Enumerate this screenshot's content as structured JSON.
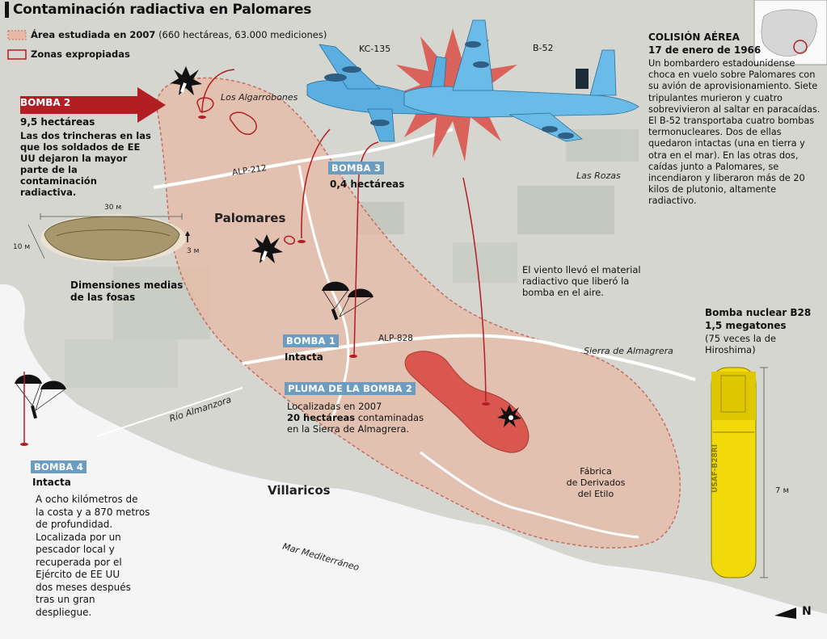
{
  "title": "Contaminación radiactiva en Palomares",
  "legend": {
    "studied_bold": "Área estudiada en 2007",
    "studied_rest": "(660 hectáreas, 63.000 mediciones)",
    "expropiated": "Zonas expropiadas"
  },
  "bomba2": {
    "tag": "BOMBA 2",
    "area": "9,5 hectáreas",
    "desc": [
      "Las dos trincheras en las",
      "que los soldados de EE",
      "UU dejaron la mayor",
      "parte de la",
      "contaminación",
      "radiactiva."
    ]
  },
  "bomba3": {
    "tag": "BOMBA 3",
    "area": "0,4 hectáreas"
  },
  "bomba1": {
    "tag": "BOMBA 1",
    "status": "Intacta"
  },
  "bomba4": {
    "tag": "BOMBA 4",
    "status": "Intacta",
    "desc": [
      "A ocho kilómetros de",
      "la costa y a 870 metros",
      "de profundidad.",
      "Localizada por un",
      "pescador local y",
      "recuperada por el",
      "Ejército de EE UU",
      "dos meses después",
      "tras un gran",
      "despliegue."
    ]
  },
  "pluma": {
    "tag": "PLUMA DE LA BOMBA 2",
    "line1": "Localizadas en 2007",
    "line2_bold": "20 hectáreas",
    "line2_rest": "contaminadas",
    "line3": "en la Sierra de Almagrera."
  },
  "fosas": {
    "label": [
      "Dimensiones medias",
      "de las fosas"
    ],
    "width": "30 м",
    "depth": "10 м",
    "height": "3 м"
  },
  "places": {
    "algarrobones": "Los Algarrobones",
    "palomares": "Palomares",
    "alp212": "ALP-212",
    "alp828": "ALP-828",
    "las_rozas": "Las Rozas",
    "sierra": "Sierra de Almagrera",
    "rio": "Río Almanzora",
    "villaricos": "Villaricos",
    "mar": "Mar Mediterráneo",
    "fabrica": [
      "Fábrica",
      "de Derivados",
      "del Etilo"
    ]
  },
  "planes": {
    "kc135": "KC-135",
    "b52": "B-52"
  },
  "wind": [
    "El viento llevó el material",
    "radiactivo que liberó la",
    "bomba en el aire."
  ],
  "colision": {
    "heading": "COLISIÓN AÉREA",
    "date": "17 de enero de 1966",
    "body": [
      "Un bombardero estadounidense",
      "choca en vuelo sobre Palomares con",
      "su avión de aprovisionamiento. Siete",
      "tripulantes murieron y cuatro",
      "sobrevivieron al saltar en paracaídas.",
      "El B-52 transportaba cuatro bombas",
      "termonucleares. Dos de ellas",
      "quedaron intactas (una en tierra y",
      "otra en el mar). En las otras dos,",
      "caídas junto a Palomares, se",
      "incendiaron y liberaron más de 20",
      "kilos de plutonio, altamente",
      "radiactivo."
    ]
  },
  "b28": {
    "heading": "Bomba nuclear B28",
    "yield": "1,5 megatones",
    "compare": [
      "(75 veces la de",
      "Hiroshima)"
    ],
    "length": "7 м",
    "marking": "USAF-B28RI"
  },
  "north": "N",
  "colors": {
    "study_area": "#e8b9a6",
    "plume": "#d9574e",
    "arrow": "#b31d24",
    "tag": "#6d9cc1",
    "plane": "#5aaee0",
    "bomb": "#f1d90a",
    "sea": "#f4f5f4"
  }
}
